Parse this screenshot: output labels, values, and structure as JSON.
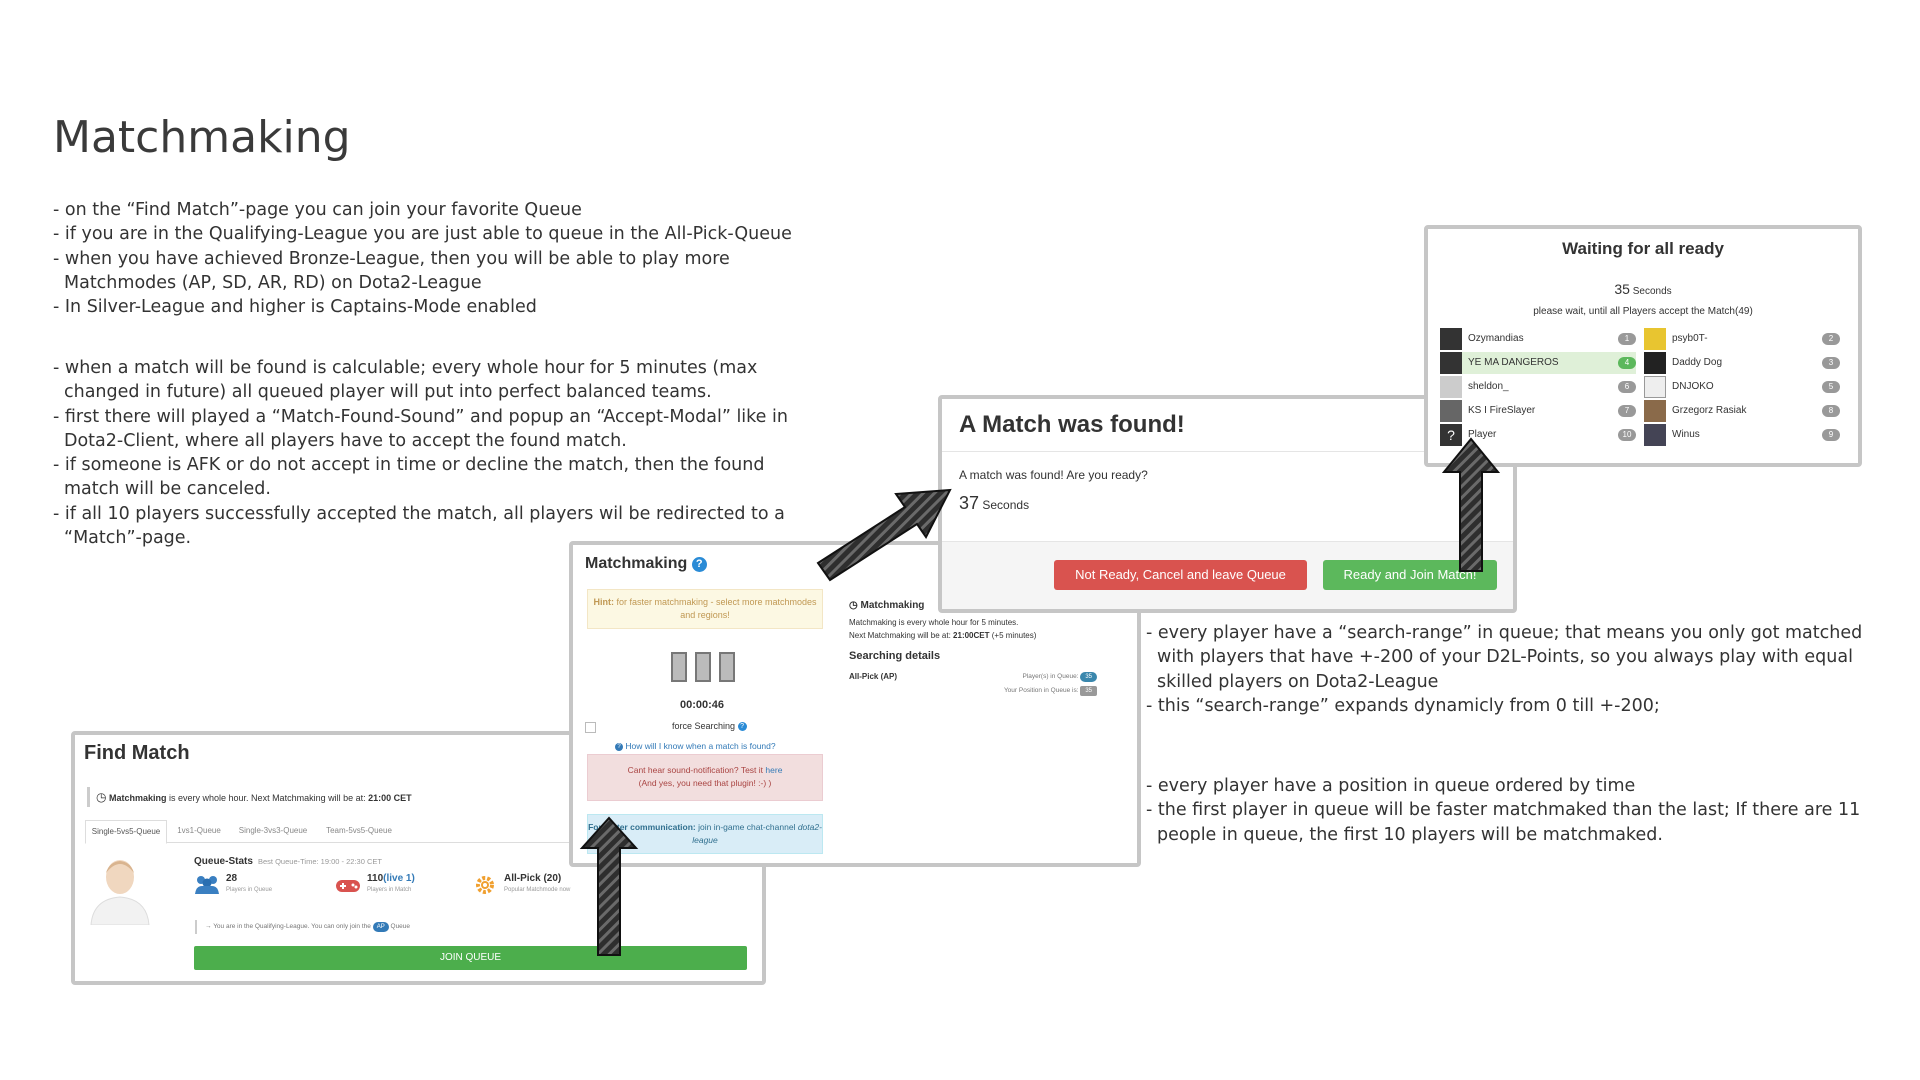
{
  "slide": {
    "title": "Matchmaking",
    "block1": [
      "- on the “Find Match”-page you can join your favorite Queue",
      "- if you are in the Qualifying-League you are just able to queue in the All-Pick-Queue",
      "- when you have achieved Bronze-League, then you will be able to play more Matchmodes (AP, SD, AR, RD) on Dota2-League",
      "- In Silver-League and higher is Captains-Mode enabled"
    ],
    "block2": [
      "- when a match will be found is calculable; every whole hour for 5 minutes (max changed in future) all queued player will put into perfect balanced teams.",
      "- first there will played a “Match-Found-Sound” and popup an “Accept-Modal” like in Dota2-Client, where all players have to accept the found match.",
      "- if someone is AFK or do not accept in time or decline the match, then the found match will be canceled.",
      "- if all 10 players successfully accepted the match, all players wil be redirected to a “Match”-page."
    ],
    "block3": [
      "- every player have a “search-range” in queue; that means you only got matched with players that have +-200 of your D2L-Points, so you always play with equal skilled players on Dota2-League",
      "- this “search-range” expands dynamicly from 0 till +-200;"
    ],
    "block4": [
      "- every player have a position in queue ordered by time",
      "- the first player in queue will be faster matchmaked than the last; If there are 11 people in queue, the first 10 players will be matchmaked."
    ]
  },
  "find_match": {
    "title": "Find Match",
    "info_bold": "Matchmaking",
    "info_text": " is every whole hour. Next Matchmaking will be at: ",
    "info_time": "21:00 CET",
    "tabs": [
      "Single-5vs5-Queue",
      "1vs1-Queue",
      "Single-3vs3-Queue",
      "Team-5vs5-Queue"
    ],
    "queue_stats_label": "Queue-Stats",
    "best_time": "Best Queue-Time: 19:00 - 22:30 CET",
    "players_in_queue": "28",
    "players_in_queue_label": "Players in Queue",
    "players_in_match": "110",
    "players_live": "(live 1)",
    "players_in_match_label": "Players in Match",
    "popular_mode": "All-Pick (20)",
    "popular_mode_label": "Popular Matchmode now",
    "qual_text_1": "→ You are in the Qualifying-League. You can only join the ",
    "qual_badge": "AP",
    "qual_text_2": " Queue",
    "join_label": "JOIN QUEUE"
  },
  "matchmaking": {
    "title": "Matchmaking",
    "hint_bold": "Hint:",
    "hint_text": " for faster matchmaking - select more matchmodes and regions!",
    "timer": "00:00:46",
    "force_label": "force Searching",
    "how_know": "How will I know when a match is found?",
    "sound_line1": "Cant hear sound-notification? Test it ",
    "sound_link": "here",
    "sound_line2": "(And yes, you need that plugin! :-) )",
    "comm_bold": "For better communication:",
    "comm_text": " join in-game chat-channel ",
    "comm_channel": "dota2-league",
    "right_heading": "Matchmaking",
    "right_line1": "Matchmaking is every whole hour for 5 minutes.",
    "right_line2a": "Next Matchmaking will be at: ",
    "right_line2b": "21:00CET",
    "right_line2c": " (+5 minutes)",
    "search_details": "Searching details",
    "mode": "All-Pick (AP)",
    "players_in_queue_label": "Player(s) in Queue: ",
    "players_in_queue": "35",
    "position_label": "Your Position in Queue is: ",
    "position": "35"
  },
  "match_found": {
    "title": "A Match was found!",
    "question": "A match was found! Are you ready?",
    "seconds": "37",
    "seconds_label": " Seconds",
    "decline_label": "Not Ready, Cancel and leave Queue",
    "accept_label": "Ready and Join Match!"
  },
  "waiting": {
    "title": "Waiting for all ready",
    "seconds": "35",
    "seconds_label": " Seconds",
    "please": "please wait, until all Players accept the Match(49)",
    "left": [
      {
        "name": "Ozymandias",
        "num": "1"
      },
      {
        "name": "YE MA DANGEROS",
        "num": "4"
      },
      {
        "name": "sheldon_",
        "num": "6"
      },
      {
        "name": "KS I FireSlayer",
        "num": "7"
      },
      {
        "name": "Player",
        "num": "10"
      }
    ],
    "right": [
      {
        "name": "psyb0T-",
        "num": "2"
      },
      {
        "name": "Daddy Dog",
        "num": "3"
      },
      {
        "name": "DNJOKO",
        "num": "5"
      },
      {
        "name": "Grzegorz Rasiak",
        "num": "8"
      },
      {
        "name": "Winus",
        "num": "9"
      }
    ]
  },
  "colors": {
    "green": "#5cb85c",
    "red": "#d9534f",
    "blue": "#337ab7"
  }
}
